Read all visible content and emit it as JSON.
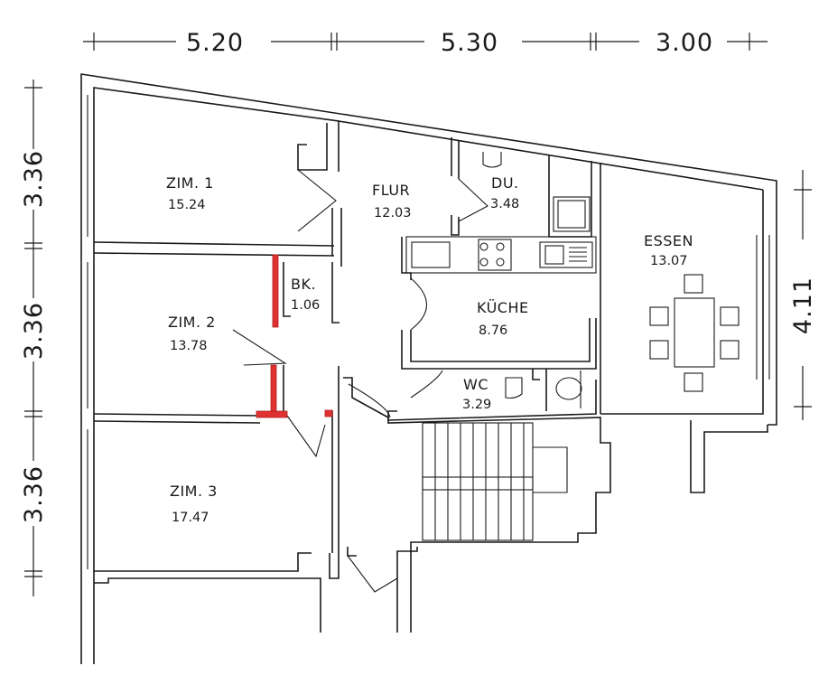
{
  "dimensions": {
    "top": [
      "5.20",
      "5.30",
      "3.00"
    ],
    "left": [
      "3.36",
      "3.36",
      "3.36"
    ],
    "right": [
      "4.11"
    ]
  },
  "rooms": [
    {
      "name": "ZIM. 1",
      "area": "15.24"
    },
    {
      "name": "FLUR",
      "area": "12.03"
    },
    {
      "name": "DU.",
      "area": "3.48"
    },
    {
      "name": "ESSEN",
      "area": "13.07"
    },
    {
      "name": "BK.",
      "area": "1.06"
    },
    {
      "name": "KÜCHE",
      "area": "8.76"
    },
    {
      "name": "ZIM. 2",
      "area": "13.78"
    },
    {
      "name": "WC",
      "area": "3.29"
    },
    {
      "name": "ZIM. 3",
      "area": "17.47"
    }
  ],
  "colors": {
    "highlight": "#e03131",
    "line": "#1a1a1a"
  }
}
